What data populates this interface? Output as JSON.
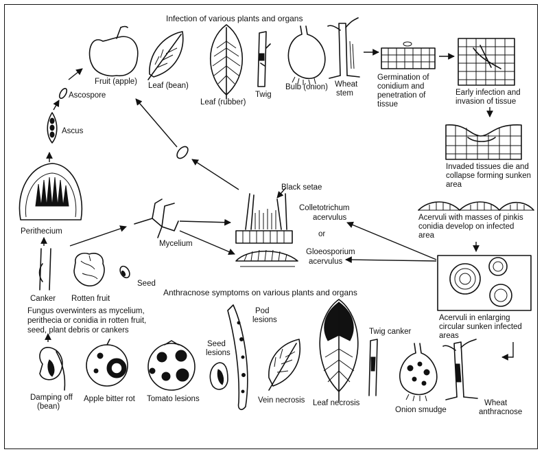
{
  "top_title": "Infection of various plants and organs",
  "bottom_title": "Anthracnose symptoms on various plants and organs",
  "labels": {
    "fruit_apple": "Fruit (apple)",
    "leaf_bean": "Leaf (bean)",
    "leaf_rubber": "Leaf (rubber)",
    "twig": "Twig",
    "bulb_onion": "Bulb (onion)",
    "wheat_stem_1": "Wheat",
    "wheat_stem_2": "stem",
    "germination_1": "Germination of",
    "germination_2": "conidium and",
    "germination_3": "penetration of",
    "germination_4": "tissue",
    "early_infection_1": "Early infection and",
    "early_infection_2": "invasion of tissue",
    "invaded_1": "Invaded tissues die and",
    "invaded_2": "collapse forming sunken",
    "invaded_3": "area",
    "acervuli_masses_1": "Acervuli with masses of pinkis",
    "acervuli_masses_2": "conidia develop on infected",
    "acervuli_masses_3": "area",
    "acervuli_enlarging_1": "Acervuli in enlarging",
    "acervuli_enlarging_2": "circular sunken infected",
    "acervuli_enlarging_3": "areas",
    "ascospore": "Ascospore",
    "ascus": "Ascus",
    "perithecium": "Perithecium",
    "mycelium": "Mycelium",
    "black_setae": "Black setae",
    "colletotrichum_1": "Colletotrichum",
    "colletotrichum_2": "acervulus",
    "or": "or",
    "gloeosporium_1": "Gloeosporium",
    "gloeosporium_2": "acervulus",
    "canker": "Canker",
    "rotten_fruit": "Rotten fruit",
    "seed": "Seed",
    "overwinter_1": "Fungus overwinters as mycelium,",
    "overwinter_2": "perithecia or conidia in rotten fruit,",
    "overwinter_3": "seed, plant debris or cankers",
    "damping_off_1": "Damping off",
    "damping_off_2": "(bean)",
    "apple_bitter_rot": "Apple bitter rot",
    "tomato_lesions": "Tomato lesions",
    "seed_lesions_1": "Seed",
    "seed_lesions_2": "lesions",
    "pod_lesions_1": "Pod",
    "pod_lesions_2": "lesions",
    "vein_necrosis": "Vein necrosis",
    "leaf_necrosis": "Leaf necrosis",
    "twig_canker": "Twig canker",
    "onion_smudge": "Onion smudge",
    "wheat_anthracnose_1": "Wheat",
    "wheat_anthracnose_2": "anthracnose"
  }
}
